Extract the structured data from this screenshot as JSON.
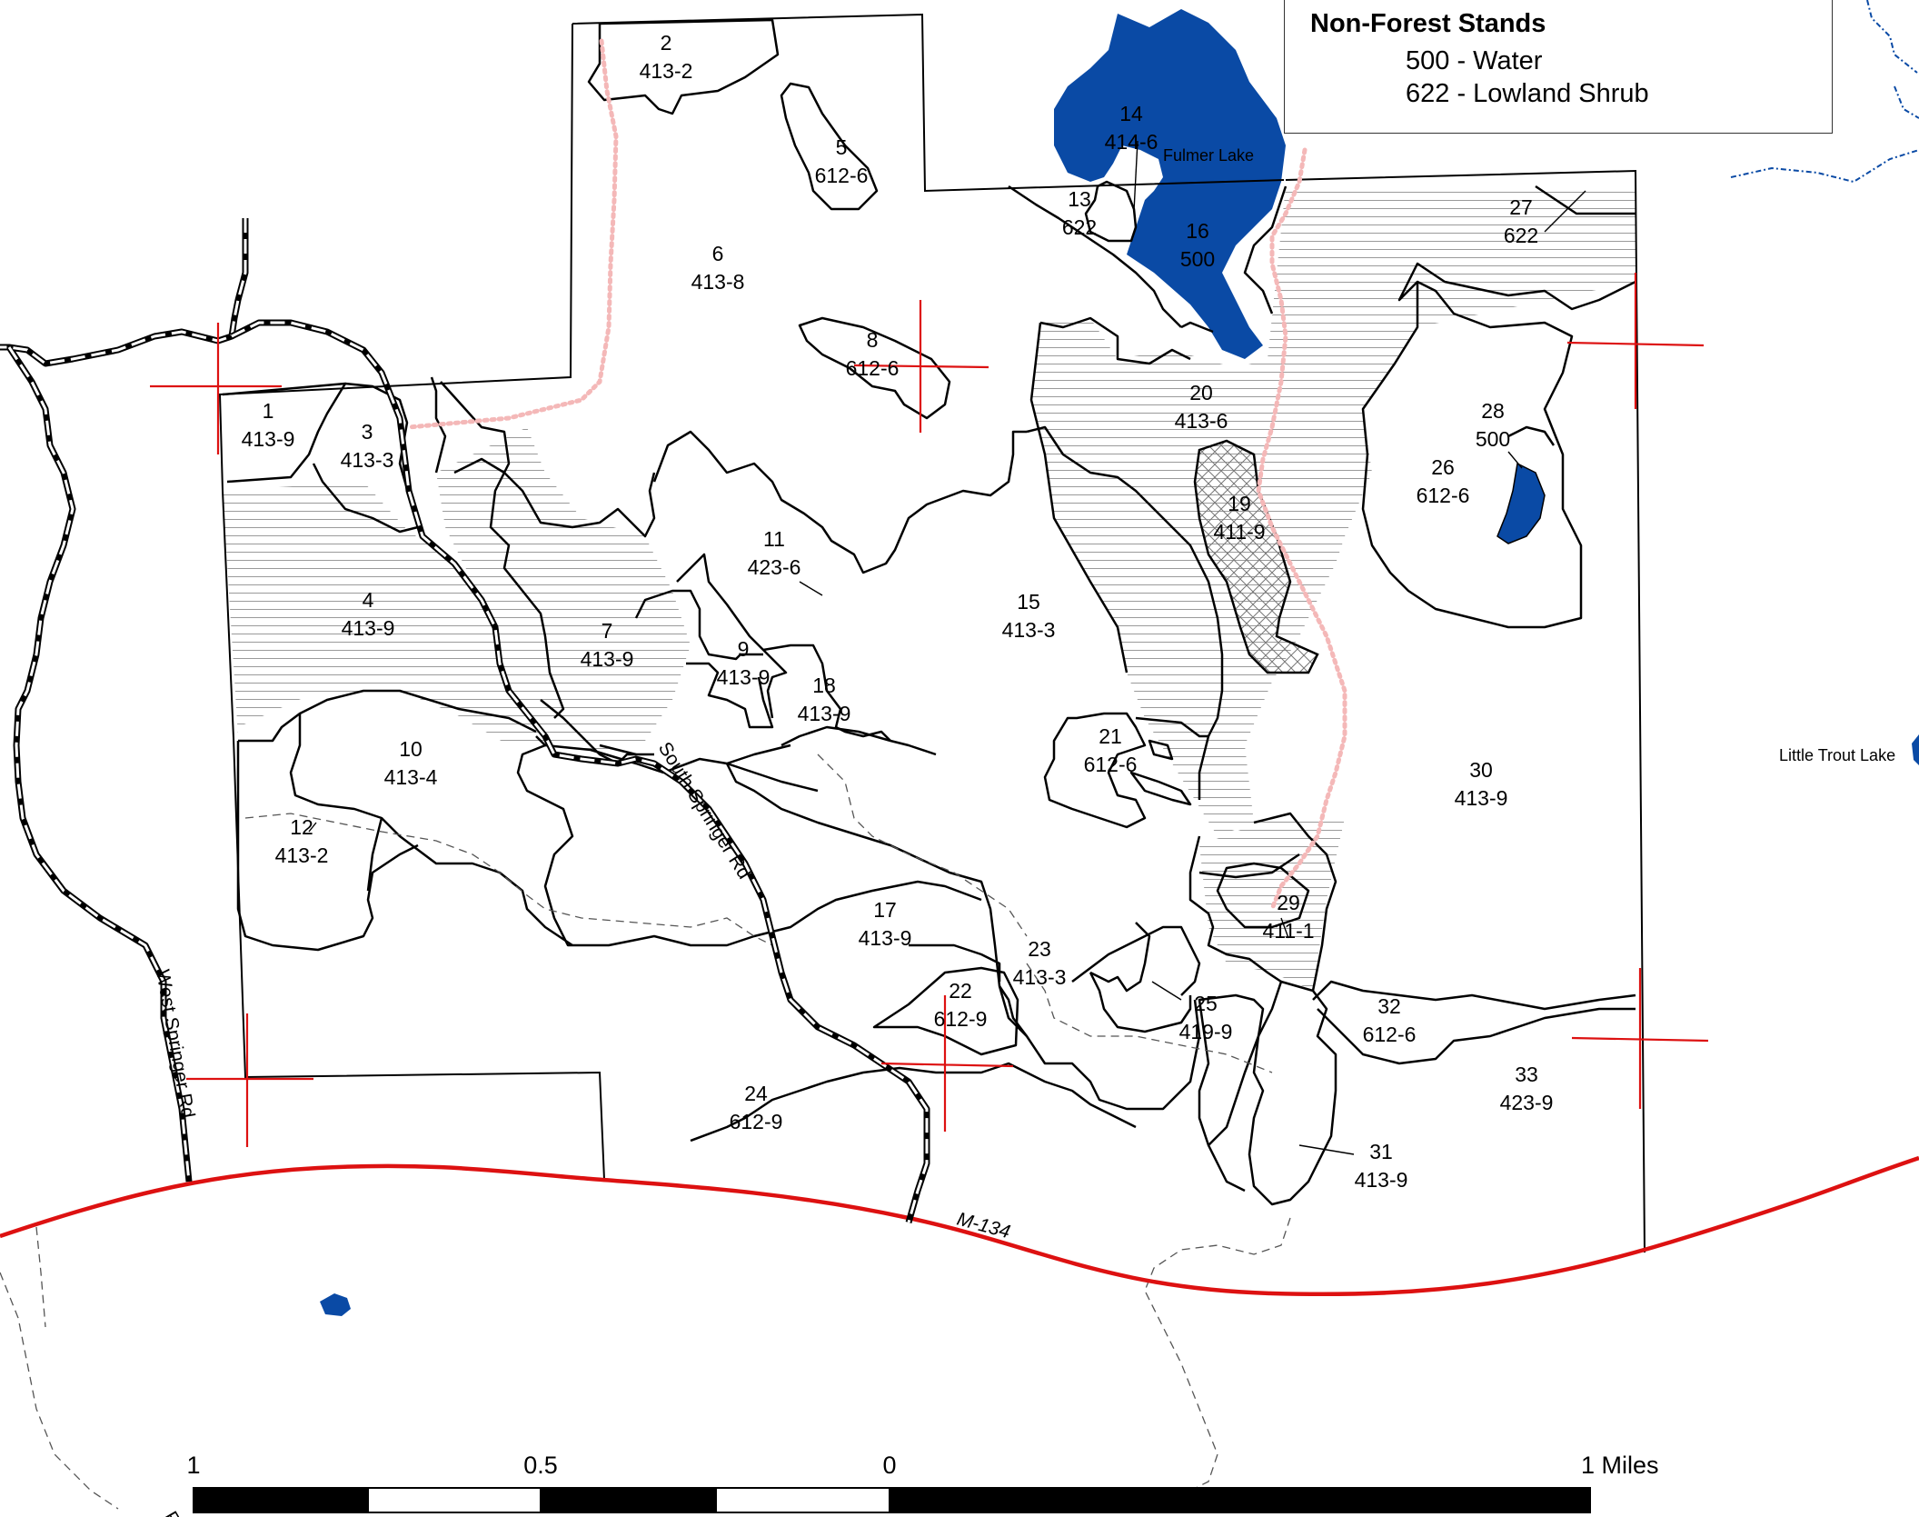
{
  "legend": {
    "title": "Non-Forest Stands",
    "items": [
      {
        "code": "500",
        "label": "Water"
      },
      {
        "code": "622",
        "label": "Lowland Shrub"
      }
    ]
  },
  "stands": [
    {
      "id": "1",
      "code": "413-9"
    },
    {
      "id": "2",
      "code": "413-2"
    },
    {
      "id": "3",
      "code": "413-3"
    },
    {
      "id": "4",
      "code": "413-9"
    },
    {
      "id": "5",
      "code": "612-6"
    },
    {
      "id": "6",
      "code": "413-8"
    },
    {
      "id": "7",
      "code": "413-9"
    },
    {
      "id": "8",
      "code": "612-6"
    },
    {
      "id": "9",
      "code": "413-9"
    },
    {
      "id": "10",
      "code": "413-4"
    },
    {
      "id": "11",
      "code": "423-6"
    },
    {
      "id": "12",
      "code": "413-2"
    },
    {
      "id": "13",
      "code": "622"
    },
    {
      "id": "14",
      "code": "414-6"
    },
    {
      "id": "15",
      "code": "413-3"
    },
    {
      "id": "16",
      "code": "500"
    },
    {
      "id": "17",
      "code": "413-9"
    },
    {
      "id": "18",
      "code": "413-9"
    },
    {
      "id": "19",
      "code": "411-9"
    },
    {
      "id": "20",
      "code": "413-6"
    },
    {
      "id": "21",
      "code": "612-6"
    },
    {
      "id": "22",
      "code": "612-9"
    },
    {
      "id": "23",
      "code": "413-3"
    },
    {
      "id": "24",
      "code": "612-9"
    },
    {
      "id": "25",
      "code": "419-9"
    },
    {
      "id": "26",
      "code": "612-6"
    },
    {
      "id": "27",
      "code": "622"
    },
    {
      "id": "28",
      "code": "500"
    },
    {
      "id": "29",
      "code": "411-1"
    },
    {
      "id": "30",
      "code": "413-9"
    },
    {
      "id": "31",
      "code": "413-9"
    },
    {
      "id": "32",
      "code": "612-6"
    },
    {
      "id": "33",
      "code": "423-9"
    }
  ],
  "places": {
    "fulmer_lake": "Fulmer Lake",
    "little_trout_lake": "Little Trout Lake"
  },
  "roads": {
    "west_springer": "West Springer Rd",
    "south_springer": "South Springer Rd",
    "m134": "M-134",
    "partial_bottom": "R"
  },
  "scale": {
    "labels": [
      "1",
      "0.5",
      "0",
      "1 Miles"
    ]
  },
  "colors": {
    "water": "#0a4aa5",
    "highway": "#dd1111",
    "section_cross": "#dd1111",
    "trail_dots": "#f4b8b8",
    "stand_outline": "#000000"
  }
}
